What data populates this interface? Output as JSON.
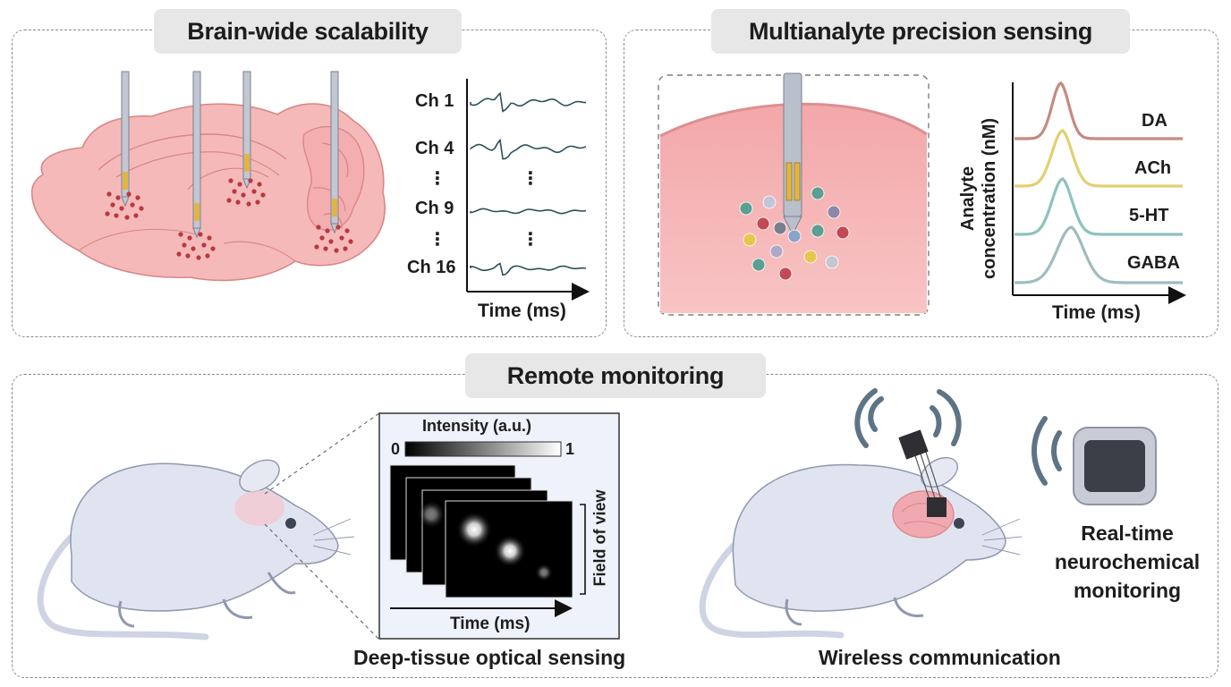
{
  "panels": {
    "scalability": {
      "title": "Brain-wide scalability"
    },
    "multianalyte": {
      "title": "Multianalyte precision sensing"
    },
    "remote": {
      "title": "Remote monitoring"
    }
  },
  "channels": [
    "Ch 1",
    "Ch 4",
    "Ch 9",
    "Ch 16"
  ],
  "ellipsis": "⋮",
  "scalability_xlabel": "Time (ms)",
  "multianalyte_ylabel_line1": "Analyte",
  "multianalyte_ylabel_line2": "concentration (nM)",
  "multianalyte_xlabel": "Time (ms)",
  "analytes": [
    {
      "name": "DA",
      "color": "#c68a80"
    },
    {
      "name": "ACh",
      "color": "#e3cf73"
    },
    {
      "name": "5-HT",
      "color": "#8fc1bd"
    },
    {
      "name": "GABA",
      "color": "#9fbcc0"
    }
  ],
  "optical": {
    "colorbar_title": "Intensity (a.u.)",
    "colorbar_min": "0",
    "colorbar_max": "1",
    "fov_label": "Field of view",
    "xlabel": "Time (ms)",
    "caption": "Deep-tissue optical sensing"
  },
  "wireless": {
    "caption": "Wireless communication",
    "monitor_line1": "Real-time",
    "monitor_line2": "neurochemical",
    "monitor_line3": "monitoring"
  },
  "colors": {
    "brain": "#f5b5b5",
    "brain_outline": "#d88a8a",
    "probe": "#b7bcc8",
    "electrode": "#e0b545",
    "trace": "#2f4f5a",
    "mouse": "#dfe3f0",
    "signal_waves": "#5d7486"
  }
}
